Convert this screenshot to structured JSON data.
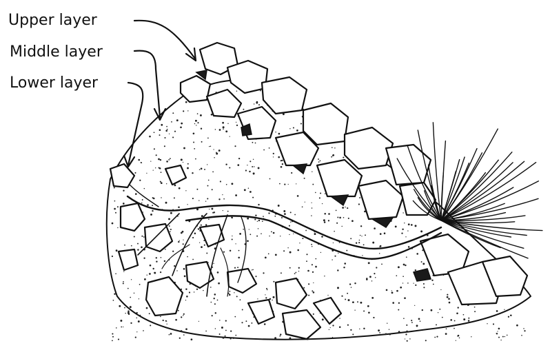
{
  "labels": {
    "upper": "Upper layer",
    "middle": "Middle layer",
    "lower": "Lower layer"
  },
  "colors": {
    "ink": "#111111",
    "background": "#ffffff"
  }
}
